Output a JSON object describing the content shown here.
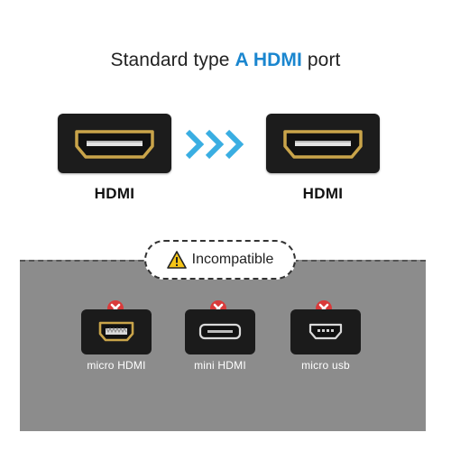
{
  "title": {
    "prefix": "Standard type ",
    "accent": "A HDMI",
    "suffix": " port"
  },
  "compatible": {
    "left_label": "HDMI",
    "right_label": "HDMI"
  },
  "badge": {
    "text": "Incompatible"
  },
  "incompatible_ports": [
    {
      "label": "micro HDMI",
      "icon": "micro-hdmi-port-icon"
    },
    {
      "label": "mini HDMI",
      "icon": "mini-hdmi-port-icon"
    },
    {
      "label": "micro usb",
      "icon": "micro-usb-port-icon"
    }
  ],
  "colors": {
    "accent": "#1a86cf",
    "gold": "#c9a44a",
    "arrow": "#3aaee2",
    "panel": "#8c8c8c",
    "x_mark": "#d93a3a"
  }
}
